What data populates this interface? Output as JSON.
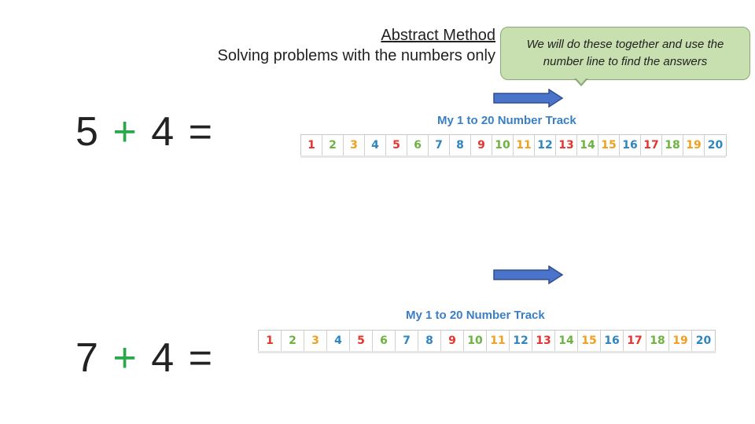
{
  "header": {
    "title": "Abstract Method",
    "subtitle": "Solving problems with the numbers only"
  },
  "callout": {
    "text": "We will do these together and use the number line to find the answers"
  },
  "problems": [
    {
      "a": "5",
      "op": "+",
      "b": "4",
      "eq": "="
    },
    {
      "a": "7",
      "op": "+",
      "b": "4",
      "eq": "="
    }
  ],
  "track": {
    "title": "My 1 to 20 Number Track",
    "numbers": [
      "1",
      "2",
      "3",
      "4",
      "5",
      "6",
      "7",
      "8",
      "9",
      "10",
      "11",
      "12",
      "13",
      "14",
      "15",
      "16",
      "17",
      "18",
      "19",
      "20"
    ],
    "colors": [
      "#e5342d",
      "#6cb33f",
      "#f0a020",
      "#2e86c1",
      "#e5342d",
      "#6cb33f",
      "#2e86c1",
      "#2e86c1",
      "#e5342d",
      "#6cb33f",
      "#f0a020",
      "#2e86c1",
      "#e5342d",
      "#6cb33f",
      "#f0a020",
      "#2e86c1",
      "#e5342d",
      "#6cb33f",
      "#f0a020",
      "#2e86c1"
    ]
  },
  "colors": {
    "plus": "#2aa84a",
    "arrow_fill": "#4a74c9",
    "arrow_stroke": "#2f4f91",
    "callout_fill": "#c8dfb0"
  }
}
